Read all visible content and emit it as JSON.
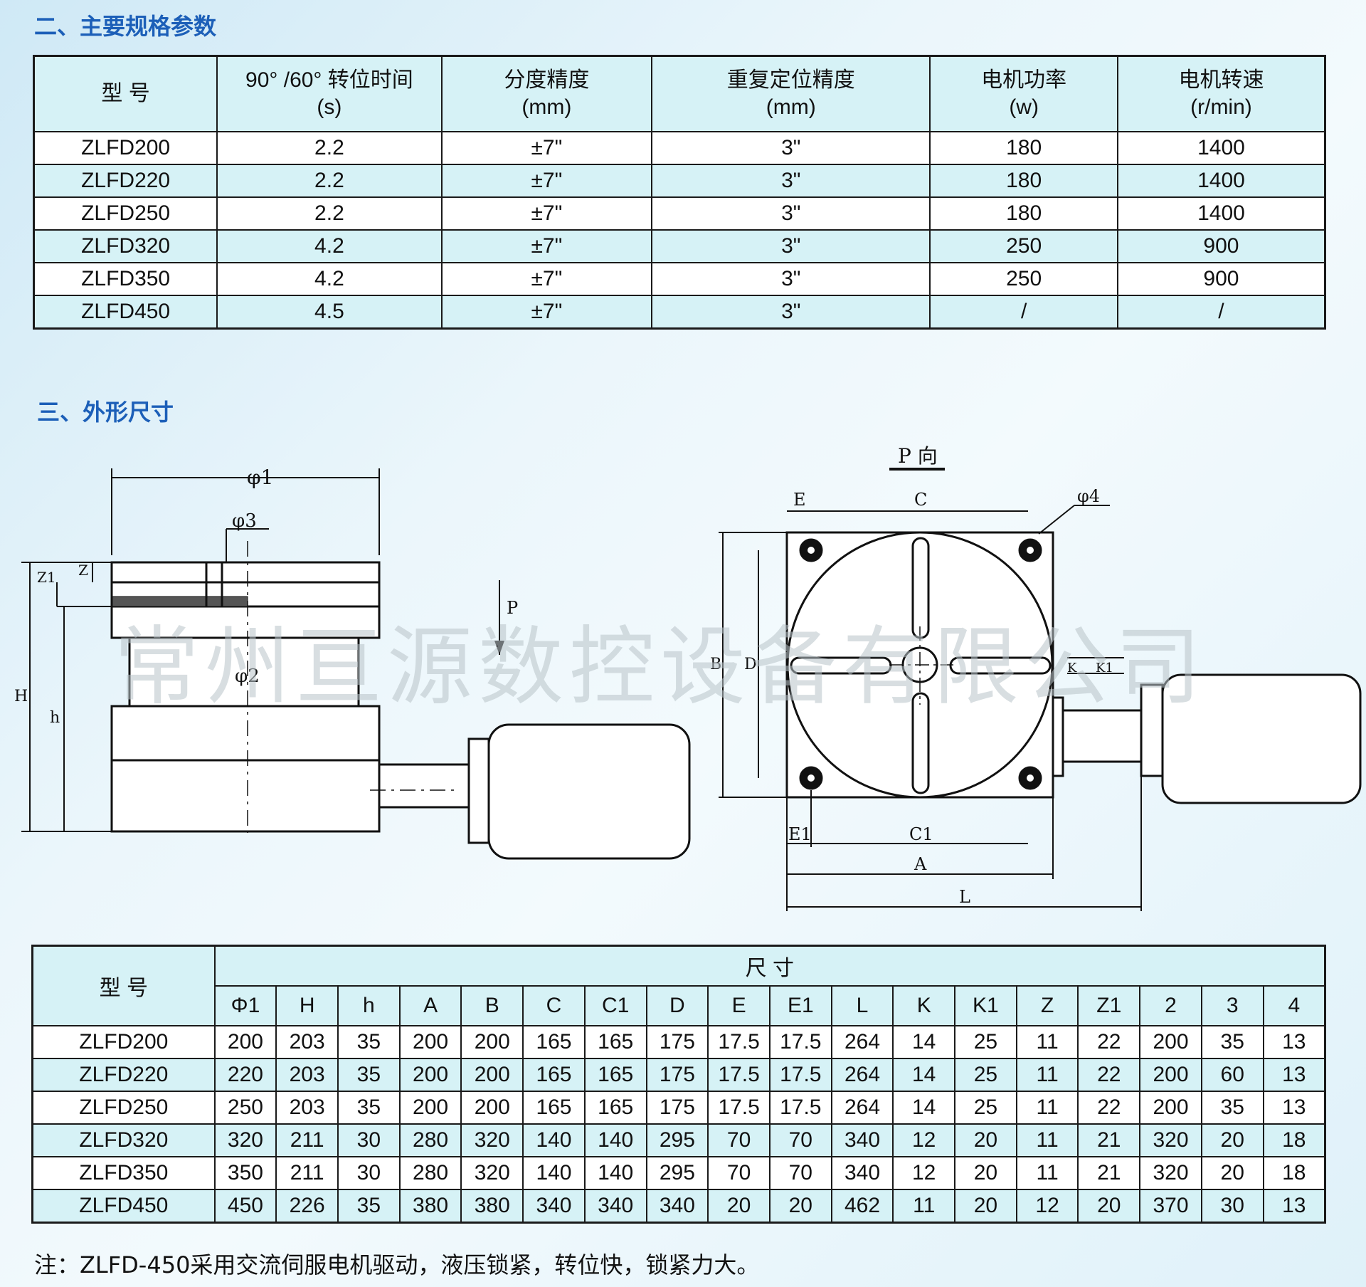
{
  "sections": {
    "spec_title": "二、主要规格参数",
    "dim_title": "三、外形尺寸"
  },
  "spec_table": {
    "headers": [
      {
        "line1": "型  号",
        "line2": ""
      },
      {
        "line1": "90°  /60°  转位时间",
        "line2": "(s)"
      },
      {
        "line1": "分度精度",
        "line2": "(mm)"
      },
      {
        "line1": "重复定位精度",
        "line2": "(mm)"
      },
      {
        "line1": "电机功率",
        "line2": "(w)"
      },
      {
        "line1": "电机转速",
        "line2": "(r/min)"
      }
    ],
    "rows": [
      [
        "ZLFD200",
        "2.2",
        "±7\"",
        "3\"",
        "180",
        "1400"
      ],
      [
        "ZLFD220",
        "2.2",
        "±7\"",
        "3\"",
        "180",
        "1400"
      ],
      [
        "ZLFD250",
        "2.2",
        "±7\"",
        "3\"",
        "180",
        "1400"
      ],
      [
        "ZLFD320",
        "4.2",
        "±7\"",
        "3\"",
        "250",
        "900"
      ],
      [
        "ZLFD350",
        "4.2",
        "±7\"",
        "3\"",
        "250",
        "900"
      ],
      [
        "ZLFD450",
        "4.5",
        "±7\"",
        "3\"",
        "/",
        "/"
      ]
    ]
  },
  "drawing": {
    "labels": {
      "phi1": "φ1",
      "phi2": "φ2",
      "phi3": "φ3",
      "phi4": "φ4",
      "Z": "Z",
      "Z1": "Z1",
      "H": "H",
      "h": "h",
      "P": "P",
      "P_dir": "P 向",
      "E": "E",
      "C": "C",
      "B": "B",
      "D": "D",
      "K": "K",
      "K1": "K1",
      "E1": "E1",
      "C1": "C1",
      "A": "A",
      "L": "L"
    },
    "watermark": "常州亘源数控设备有限公司"
  },
  "dim_table": {
    "model_header": "型  号",
    "group_header": "尺   寸",
    "columns": [
      "Φ1",
      "H",
      "h",
      "A",
      "B",
      "C",
      "C1",
      "D",
      "E",
      "E1",
      "L",
      "K",
      "K1",
      "Z",
      "Z1",
      "2",
      "3",
      "4"
    ],
    "rows": [
      [
        "ZLFD200",
        "200",
        "203",
        "35",
        "200",
        "200",
        "165",
        "165",
        "175",
        "17.5",
        "17.5",
        "264",
        "14",
        "25",
        "11",
        "22",
        "200",
        "35",
        "13"
      ],
      [
        "ZLFD220",
        "220",
        "203",
        "35",
        "200",
        "200",
        "165",
        "165",
        "175",
        "17.5",
        "17.5",
        "264",
        "14",
        "25",
        "11",
        "22",
        "200",
        "60",
        "13"
      ],
      [
        "ZLFD250",
        "250",
        "203",
        "35",
        "200",
        "200",
        "165",
        "165",
        "175",
        "17.5",
        "17.5",
        "264",
        "14",
        "25",
        "11",
        "22",
        "200",
        "35",
        "13"
      ],
      [
        "ZLFD320",
        "320",
        "211",
        "30",
        "280",
        "320",
        "140",
        "140",
        "295",
        "70",
        "70",
        "340",
        "12",
        "20",
        "11",
        "21",
        "320",
        "20",
        "18"
      ],
      [
        "ZLFD350",
        "350",
        "211",
        "30",
        "280",
        "320",
        "140",
        "140",
        "295",
        "70",
        "70",
        "340",
        "12",
        "20",
        "11",
        "21",
        "320",
        "20",
        "18"
      ],
      [
        "ZLFD450",
        "450",
        "226",
        "35",
        "380",
        "380",
        "340",
        "340",
        "340",
        "20",
        "20",
        "462",
        "11",
        "20",
        "12",
        "20",
        "370",
        "30",
        "13"
      ]
    ]
  },
  "note": "注：ZLFD-450采用交流伺服电机驱动，液压锁紧，转位快，锁紧力大。"
}
